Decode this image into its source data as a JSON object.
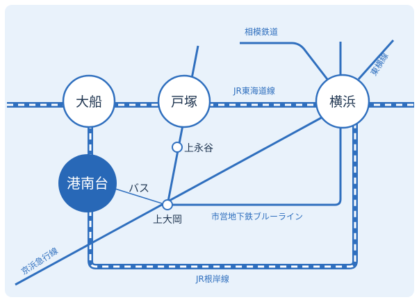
{
  "colors": {
    "background": "#e9f2fb",
    "line": "#2f6fbe",
    "station_fill": "#ffffff",
    "highlight": "#2868b7",
    "label": "#2f6fbe",
    "text_dark": "#1f3550"
  },
  "stations": {
    "ofuna": "大船",
    "totsuka": "戸塚",
    "yokohama": "横浜",
    "konandai": "港南台",
    "kaminagaya": "上永谷",
    "kamiooka": "上大岡"
  },
  "lines": {
    "jr_tokaido": "JR東海道線",
    "sotetsu": "相模鉄道",
    "toyoko": "東横線",
    "subway": "市営地下鉄ブルーライン",
    "keikyu": "京浜急行線",
    "jr_negishi": "JR根岸線",
    "bus": "バス"
  }
}
